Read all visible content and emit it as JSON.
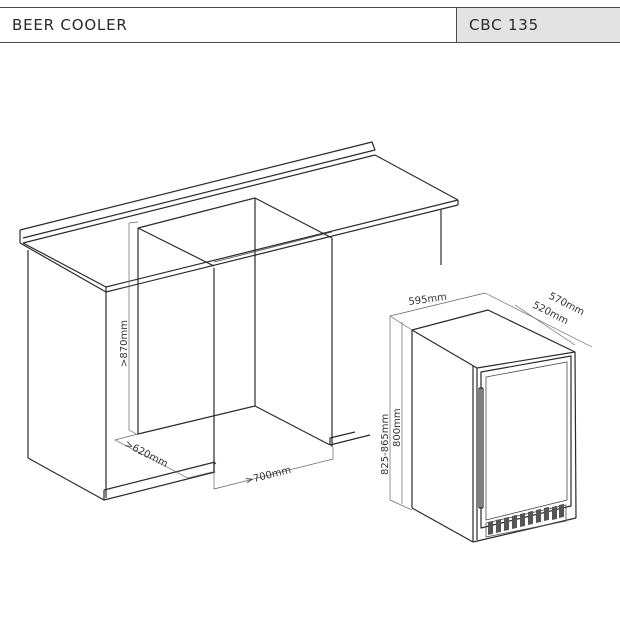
{
  "header": {
    "title": "BEER COOLER",
    "model": "CBC 135",
    "model_bg_color": "#e3e3e3"
  },
  "cabinet_niche": {
    "height_label": ">870mm",
    "depth_label": ">620mm",
    "width_label": ">700mm"
  },
  "appliance": {
    "width_label": "595mm",
    "depth_overall_label": "570mm",
    "depth_body_label": "520mm",
    "height_range_label": "825-865mm",
    "height_body_label": "800mm",
    "vent_slots": 10
  }
}
